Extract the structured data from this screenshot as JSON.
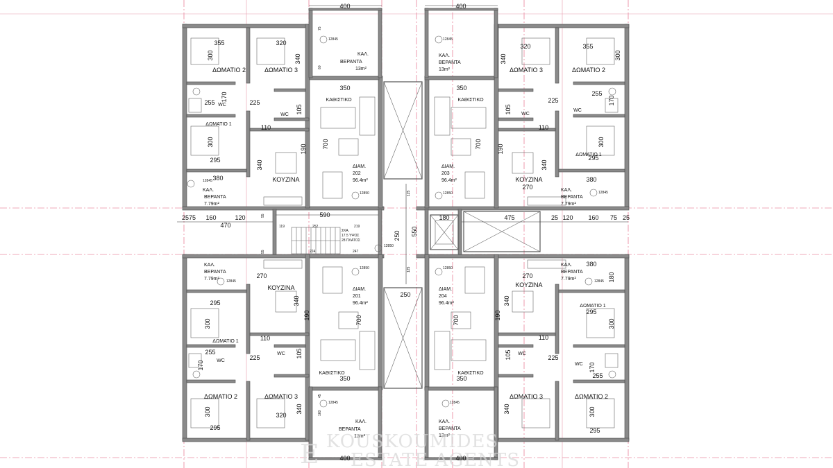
{
  "plan": {
    "labels": {
      "room2": "ΔΩΜΑΤΙΟ 2",
      "room3": "ΔΩΜΑΤΙΟ 3",
      "room1": "ΔΩΜΑΤΙΟ 1",
      "wc": "WC",
      "kitchen": "ΚΟΥΖΙΝΑ",
      "living": "ΚΑΘΙΣΤΙΚΟ",
      "veranda": "ΚΑΛ.",
      "veranda2": "ΒΕΡΑΝΤΑ",
      "area_big_veranda": "13m²",
      "area_small_veranda": "7.79m²",
      "level": "12845",
      "level2": "12850"
    },
    "apartments": [
      {
        "name": "ΔΙΑΜ.",
        "number": "202",
        "area": "96.4m²"
      },
      {
        "name": "ΔΙΑΜ.",
        "number": "203",
        "area": "96.4m²"
      },
      {
        "name": "ΔΙΑΜ.",
        "number": "201",
        "area": "96.4m²"
      },
      {
        "name": "ΔΙΑΜ.",
        "number": "204",
        "area": "96.4m²"
      }
    ],
    "dims": {
      "d400": "400",
      "d355": "355",
      "d320": "320",
      "d300": "300",
      "d340": "340",
      "d350": "350",
      "d170": "170",
      "d255": "255",
      "d225": "225",
      "d105": "105",
      "d110": "110",
      "d295": "295",
      "d190": "190",
      "d700": "700",
      "d380": "380",
      "d270": "270",
      "d590": "590",
      "d470": "470",
      "d475": "475",
      "d160": "160",
      "d120": "120",
      "d2575": "2575",
      "d25": "25",
      "d75": "75",
      "d180": "180",
      "d250": "250",
      "d550": "550",
      "d125": "125",
      "d45": "45",
      "d60": "60",
      "d119": "119",
      "d252": "252",
      "d219": "219",
      "d224": "224",
      "d247": "247",
      "d55": "55"
    },
    "stair_note": [
      "ΣΚΑ.",
      "17.5 ΥΨΟΣ",
      "28 ΠΛΑΤΟΣ"
    ]
  },
  "watermark": {
    "logo": "E",
    "line1": "KOUSKOUMIDES",
    "line2": "ESTATE AGENTS"
  }
}
